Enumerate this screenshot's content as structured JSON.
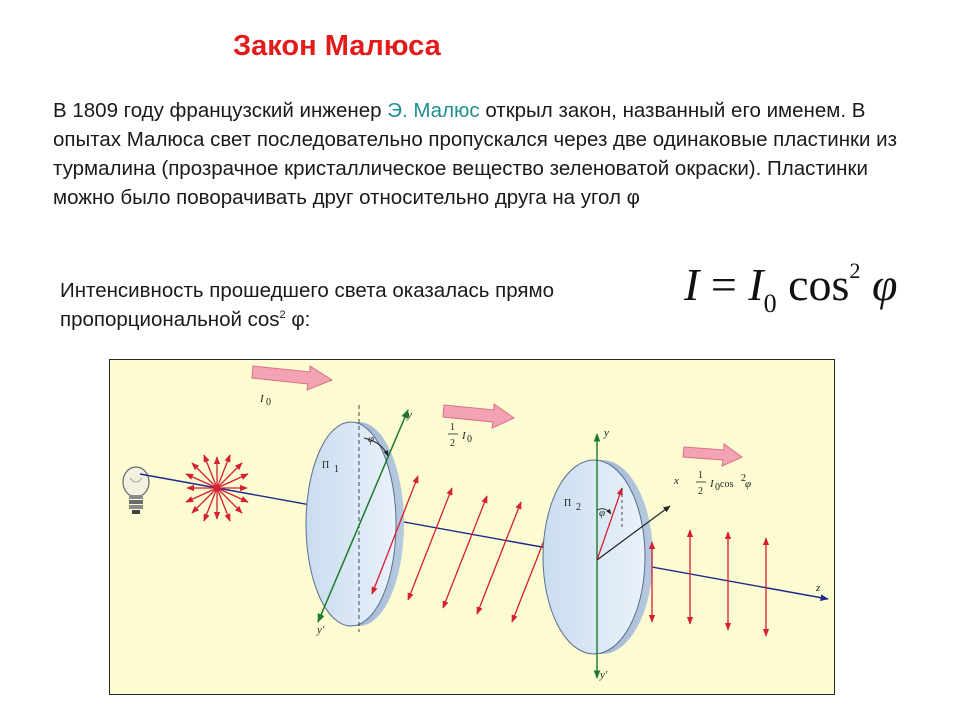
{
  "title": "Закон Малюса",
  "para": {
    "intro": "В 1809 году французский инженер ",
    "name": "Э. Малюс",
    "rest": " открыл закон, названный его именем. В опытах Малюса свет последовательно пропускался через две одинаковые пластинки из турмалина (прозрачное кристаллическое вещество зеленоватой окраски). Пластинки можно было поворачивать друг относительно друга на угол φ"
  },
  "law": {
    "text": "Интенсивность прошедшего света оказалась прямо пропорциональной cos",
    "exp": "2",
    "tail": " φ:"
  },
  "formula": {
    "lhs": "I",
    "eq": " = ",
    "i0": "I",
    "sub": "0",
    "cos": " cos",
    "pow": "2",
    "phi": " φ"
  },
  "diagram": {
    "labels": {
      "i0": "I",
      "i0_sub": "0",
      "p1": "П",
      "p1_sub": "1",
      "p2": "П",
      "p2_sub": "2",
      "y1": "y",
      "y1p": "y'",
      "y2": "y",
      "y2p": "y'",
      "x": "x",
      "z": "z",
      "phi1": "φ",
      "phi2": "φ",
      "half_num": "1",
      "half_den": "2",
      "half_i": "I",
      "half_sub": "0",
      "half2_num": "1",
      "half2_den": "2",
      "half2_text": "I",
      "half2_sub": "0",
      "half2_cos": " cos",
      "half2_pow": "2",
      "half2_phi": " φ"
    }
  }
}
